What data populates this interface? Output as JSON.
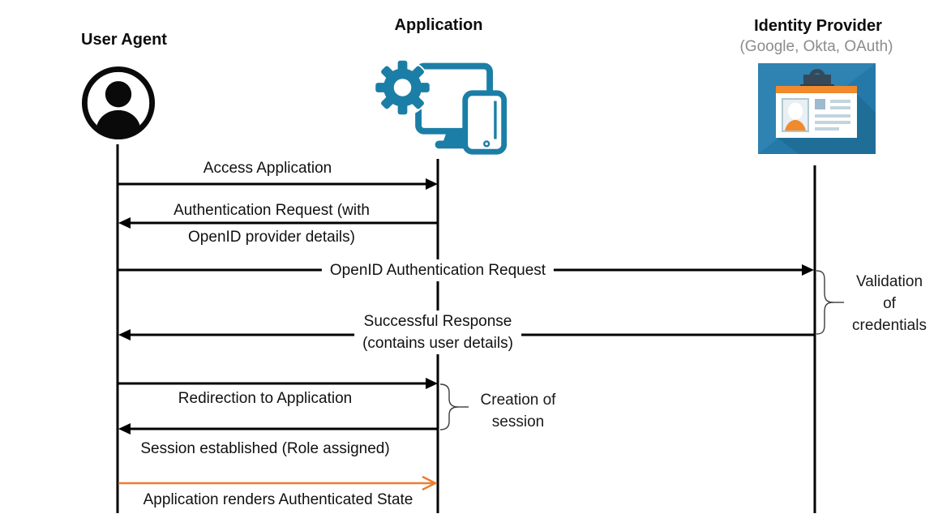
{
  "actors": [
    {
      "id": "user-agent",
      "label": "User Agent",
      "subtitle": ""
    },
    {
      "id": "application",
      "label": "Application",
      "subtitle": ""
    },
    {
      "id": "identity-provider",
      "label": "Identity Provider",
      "subtitle": "(Google, Okta, OAuth)"
    }
  ],
  "messages": [
    {
      "lines": [
        "Access Application"
      ],
      "from": "user-agent",
      "to": "application",
      "style": "black"
    },
    {
      "lines": [
        "Authentication Request (with",
        "OpenID provider details)"
      ],
      "from": "application",
      "to": "user-agent",
      "style": "black"
    },
    {
      "lines": [
        "OpenID Authentication Request"
      ],
      "from": "user-agent",
      "to": "identity-provider",
      "style": "black"
    },
    {
      "lines": [
        "Successful Response",
        "(contains user details)"
      ],
      "from": "identity-provider",
      "to": "user-agent",
      "style": "black"
    },
    {
      "lines": [
        "Redirection to Application"
      ],
      "from": "user-agent",
      "to": "application",
      "style": "black"
    },
    {
      "lines": [
        "Session established (Role assigned)"
      ],
      "from": "application",
      "to": "user-agent",
      "style": "black"
    },
    {
      "lines": [
        "Application renders Authenticated State"
      ],
      "from": "user-agent",
      "to": "application",
      "style": "orange"
    }
  ],
  "annotations": [
    {
      "lines": [
        "Validation",
        "of",
        "credentials"
      ],
      "attached_to": "identity-provider"
    },
    {
      "lines": [
        "Creation of",
        "session"
      ],
      "attached_to": "application"
    }
  ],
  "colors": {
    "accent_orange": "#ED7D31",
    "app_icon_teal": "#1B7EA6",
    "idp_blue": "#2579A9",
    "idp_orange": "#F08A2C",
    "subtitle_gray": "#8C8C8C",
    "line_black": "#000000"
  }
}
